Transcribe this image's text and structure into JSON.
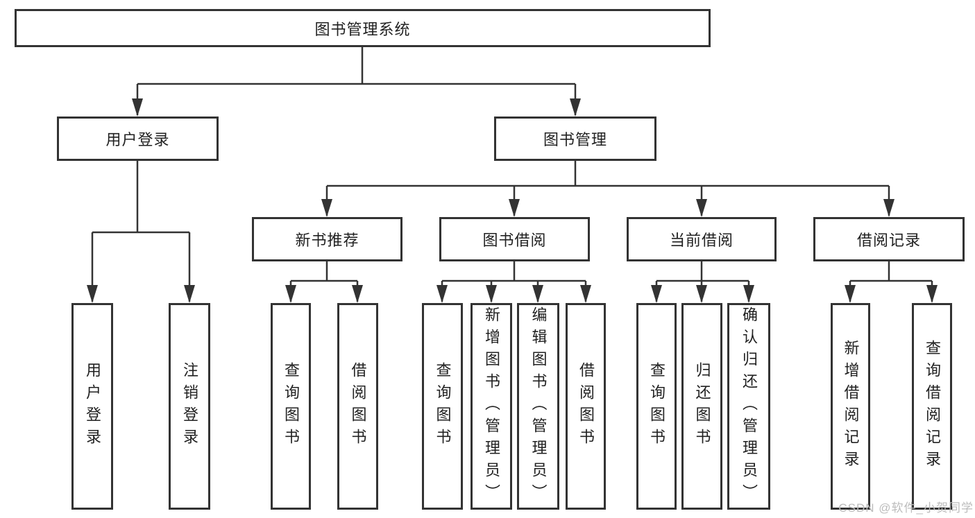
{
  "tree": {
    "root": {
      "label": "图书管理系统"
    },
    "branches": [
      {
        "label": "用户登录",
        "children": [
          {
            "label": "用户登录"
          },
          {
            "label": "注销登录"
          }
        ]
      },
      {
        "label": "图书管理",
        "children": [
          {
            "label": "新书推荐",
            "children": [
              {
                "label": "查询图书"
              },
              {
                "label": "借阅图书"
              }
            ]
          },
          {
            "label": "图书借阅",
            "children": [
              {
                "label": "查询图书"
              },
              {
                "label": "新增图书（管理员）"
              },
              {
                "label": "编辑图书（管理员）"
              },
              {
                "label": "借阅图书"
              }
            ]
          },
          {
            "label": "当前借阅",
            "children": [
              {
                "label": "查询图书"
              },
              {
                "label": "归还图书"
              },
              {
                "label": "确认归还（管理员）"
              }
            ]
          },
          {
            "label": "借阅记录",
            "children": [
              {
                "label": "新增借阅记录"
              },
              {
                "label": "查询借阅记录"
              }
            ]
          }
        ]
      }
    ]
  },
  "watermark": {
    "text": "CSDN @软件_小贺同学"
  },
  "colors": {
    "background": "#ffffff",
    "line": "#333333",
    "text": "#212121",
    "watermark": "#bcbcbc"
  }
}
